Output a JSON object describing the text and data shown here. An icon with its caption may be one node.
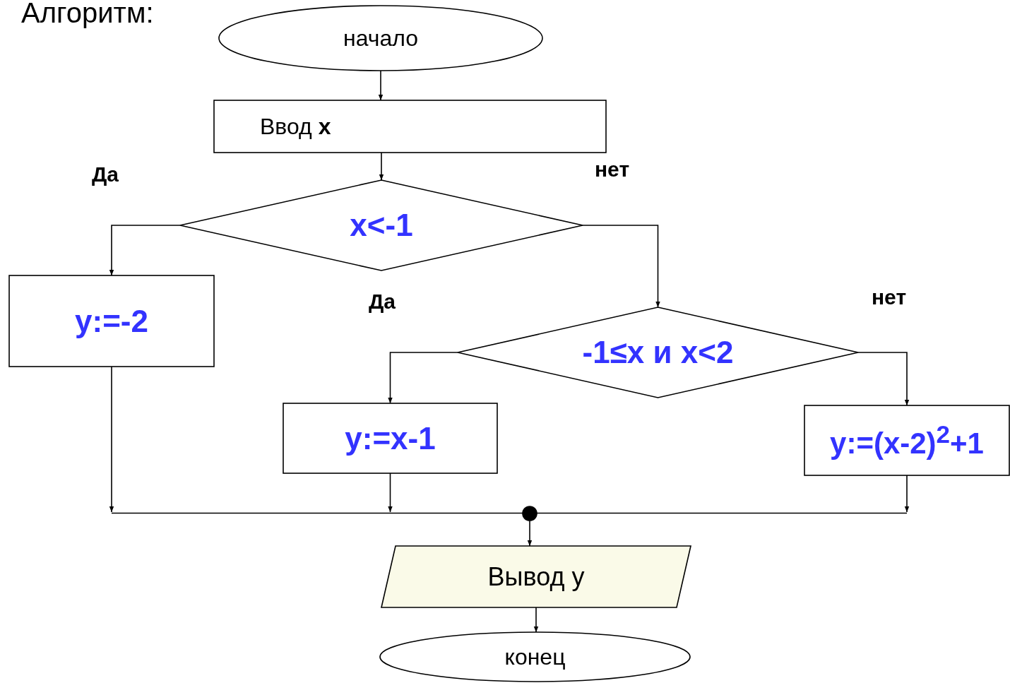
{
  "diagram": {
    "title": "Алгоритм:",
    "nodes": [
      {
        "text": [
          "начало"
        ]
      },
      {
        "text": [
          "Ввод **x**"
        ]
      },
      {
        "text": [
          "x<-1"
        ]
      },
      {
        "text": [
          "y:=-2"
        ]
      },
      {
        "text": [
          "-1≤x и x<2"
        ]
      },
      {
        "text": [
          "y:=x-1"
        ]
      },
      {
        "text": [
          "y:=(x-2)$^{2}$+1"
        ]
      },
      {
        "text": [],
        "shape": "bar"
      },
      {
        "text": [],
        "shape": "circle"
      },
      {
        "text": [
          "Вывод y"
        ]
      },
      {
        "text": [
          "конец"
        ]
      }
    ],
    "edges": [
      {
        "from": 0,
        "to": 1,
        "arrow": "to"
      },
      {
        "from": 1,
        "to": 2,
        "arrow": "to"
      },
      {
        "from": 2,
        "to": 3,
        "arrow": "to",
        "label": "Да"
      },
      {
        "from": 2,
        "to": 4,
        "arrow": "to",
        "label": "нет"
      },
      {
        "from": 4,
        "to": 5,
        "arrow": "to",
        "label": "Да"
      },
      {
        "from": 4,
        "to": 6,
        "arrow": "to",
        "label": "нет"
      },
      {
        "from": 3,
        "to": 7,
        "arrow": "to"
      },
      {
        "from": 5,
        "to": 7,
        "arrow": "to"
      },
      {
        "from": 6,
        "to": 7,
        "arrow": "to"
      },
      {
        "from": 8,
        "to": 9,
        "arrow": "to"
      },
      {
        "from": 9,
        "to": 10,
        "arrow": "to"
      }
    ]
  }
}
